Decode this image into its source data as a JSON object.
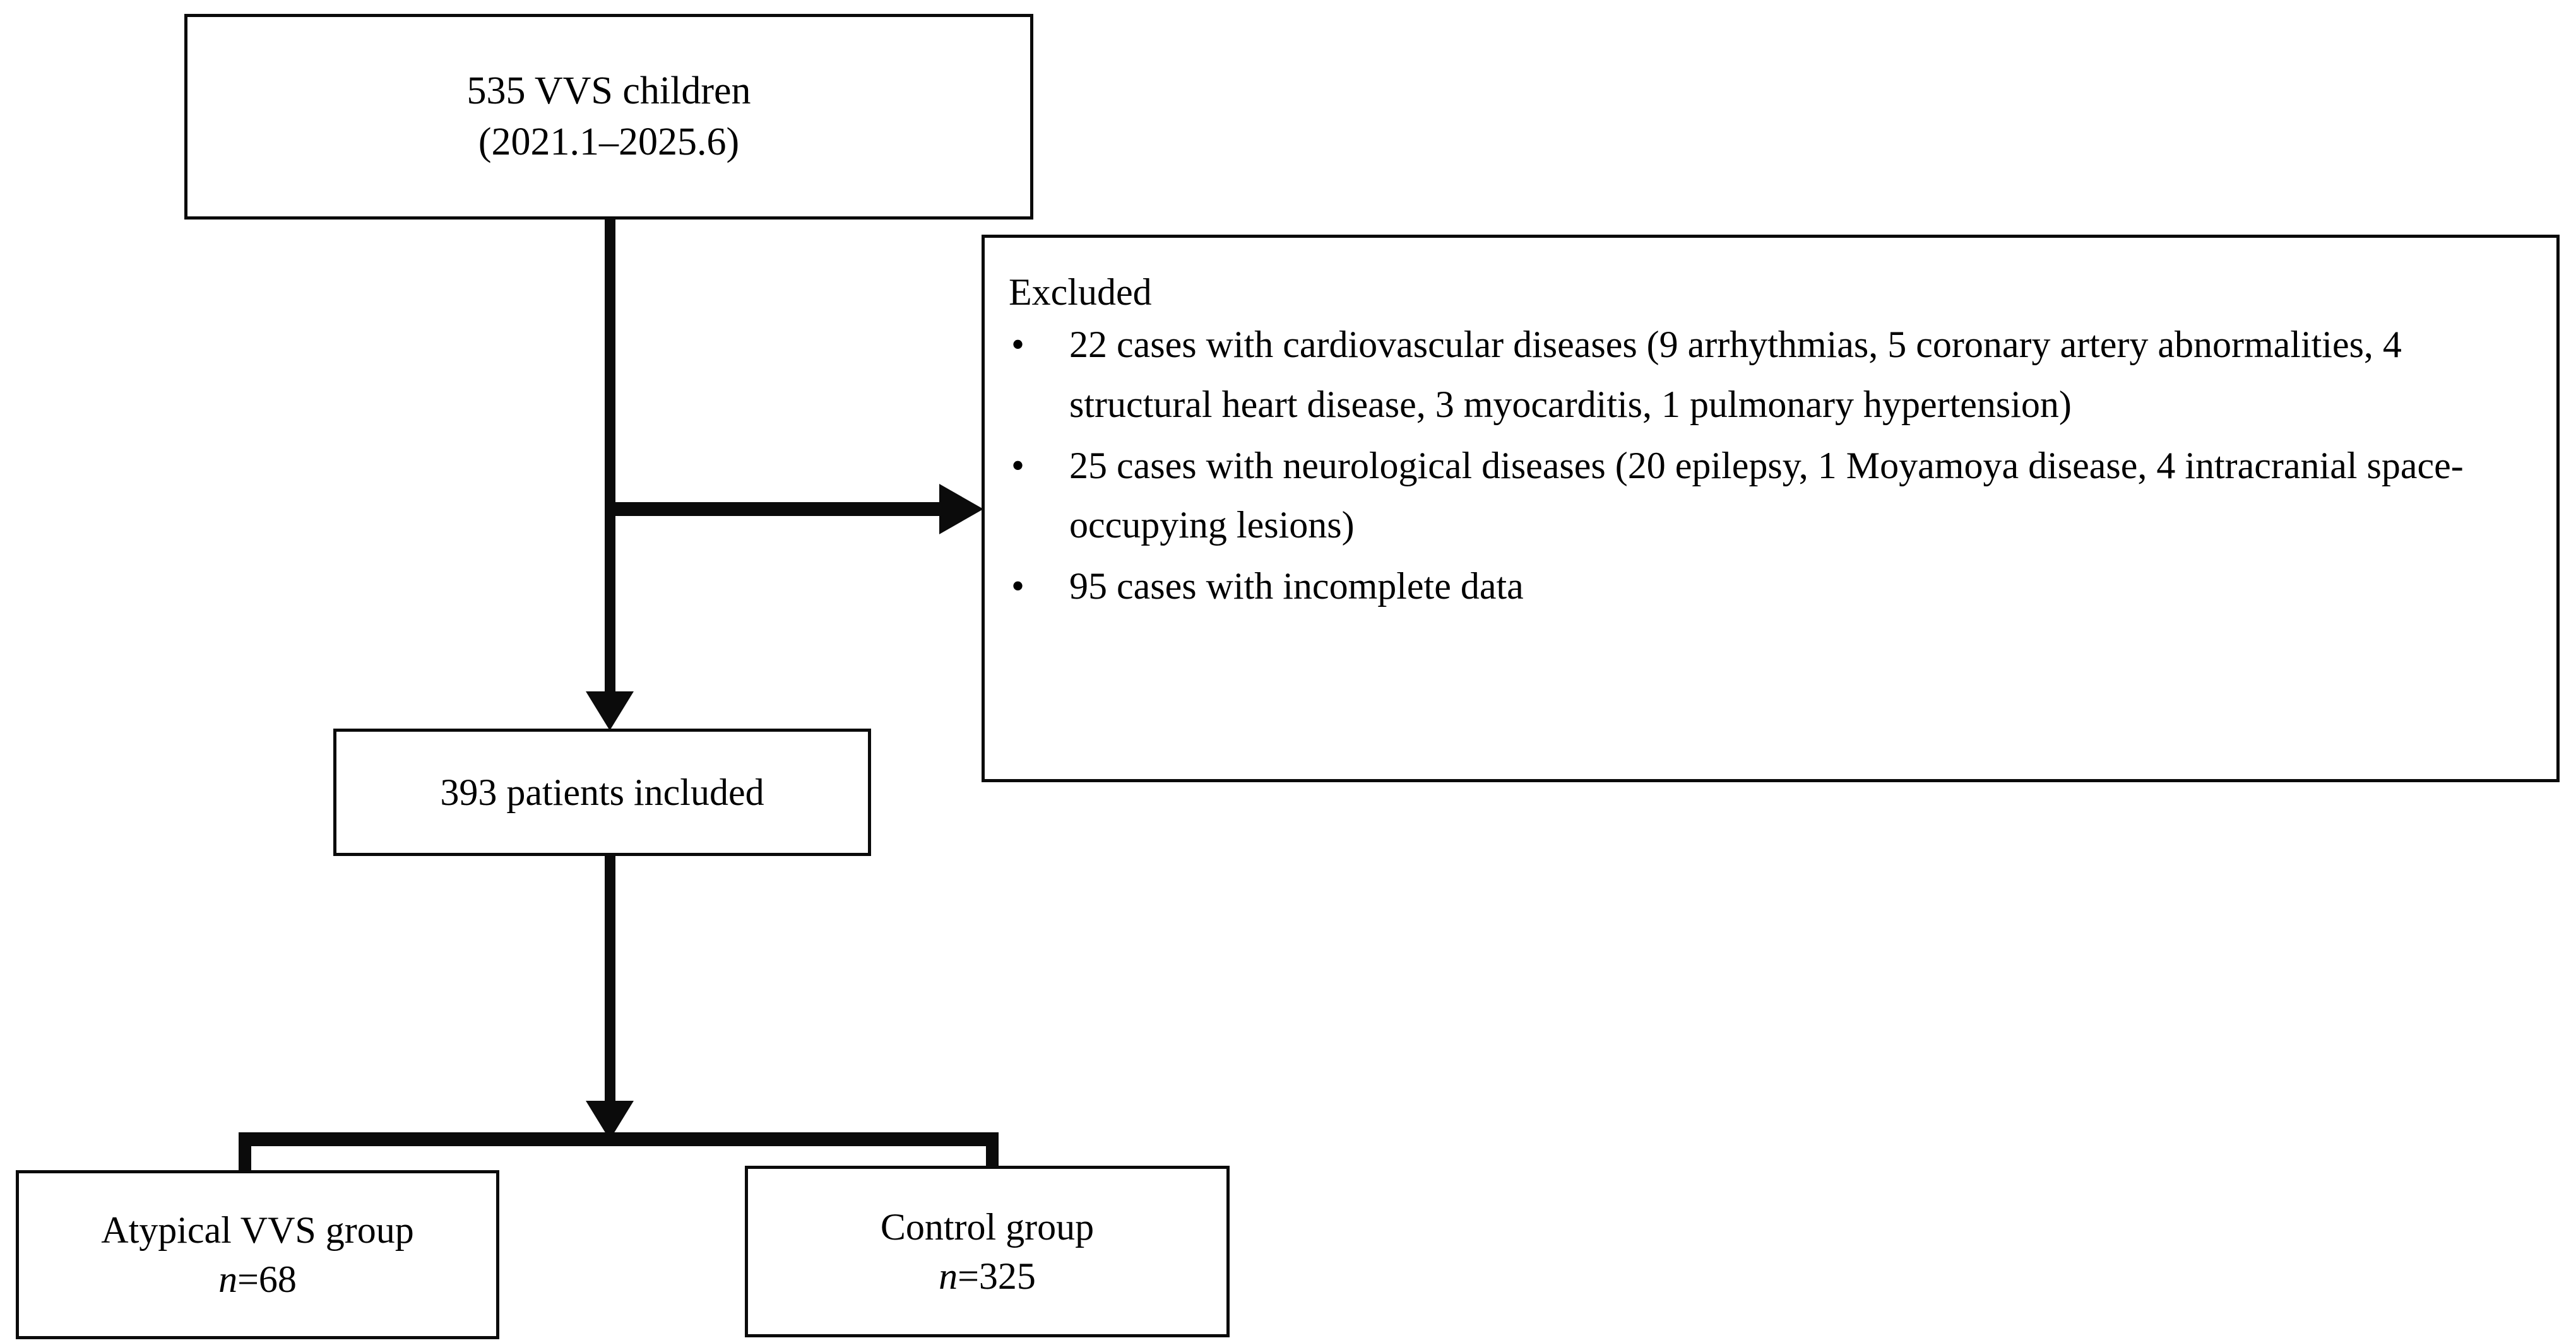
{
  "diagram": {
    "title": "VVS children study selection flow diagram",
    "accent_color": "#0b0b0b",
    "background_color": "#ffffff"
  },
  "nodes": {
    "source": {
      "line1": "535 VVS children",
      "line2": "(2021.1–2025.6)"
    },
    "excluded": {
      "title": "Excluded",
      "bullet_glyph": "•",
      "items": [
        "22 cases with cardiovascular diseases (9 arrhythmias, 5 coronary artery abnormalities, 4 structural heart disease, 3 myocarditis, 1 pulmonary hypertension)",
        "25 cases with neurological diseases (20 epilepsy, 1 Moyamoya disease, 4 intracranial space-occupying lesions)",
        "95 cases with incomplete data"
      ]
    },
    "included": {
      "line1": "393 patients included"
    },
    "atypical": {
      "line1": "Atypical VVS group",
      "n_symbol": "n",
      "n_value": "=68"
    },
    "control": {
      "line1": "Control group",
      "n_symbol": "n",
      "n_value": "=325"
    }
  },
  "connectors": {
    "trunk_source_to_included": "vertical-arrow-down",
    "branch_to_excluded": "horizontal-arrow-right",
    "trunk_included_to_fork": "vertical-arrow-down",
    "fork_to_groups": "bracket-split"
  }
}
